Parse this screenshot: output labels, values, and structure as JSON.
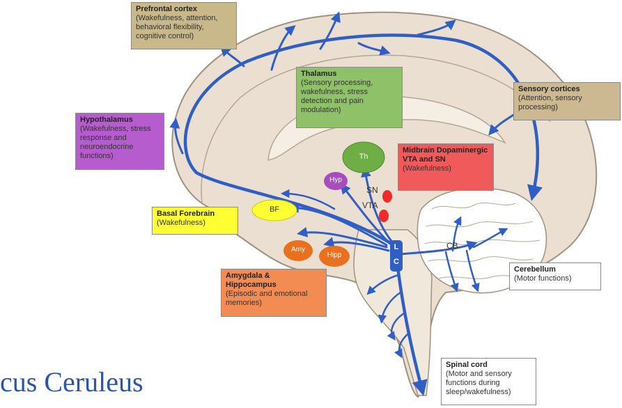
{
  "colors": {
    "pathway": "#2f5fc4",
    "brain_fill": "#ebdfd1",
    "brain_stroke": "#a0917f",
    "prefrontal": "#c9b98a",
    "thalamus": "#8fc268",
    "hypothalamus": "#b65ccf",
    "midbrain": "#f05a5a",
    "sensory": "#cdb991",
    "basal_forebrain": "#ffff33",
    "amygdala": "#f28c52",
    "cerebellum": "#ffffff",
    "spinal_cord": "#ffffff",
    "caption": "#2a55a8"
  },
  "labels": {
    "prefrontal": {
      "title": "Prefrontal cortex",
      "desc": "(Wakefulness, attention, behavioral flexibility, cognitive control)"
    },
    "thalamus": {
      "title": "Thalamus",
      "desc": "(Sensory processing, wakefulness, stress detection and pain modulation)"
    },
    "hypothalamus": {
      "title": "Hypothalamus",
      "desc": "(Wakefulness, stress response and neuroendocrine functions)"
    },
    "midbrain": {
      "title": "Midbrain Dopaminergic VTA and SN",
      "desc": "(Wakefulness)"
    },
    "sensory": {
      "title": "Sensory cortices",
      "desc": "(Attention, sensory processing)"
    },
    "basal_forebrain": {
      "title": "Basal Forebrain",
      "desc": "(Wakefulness)"
    },
    "amygdala": {
      "title": "Amygdala & Hippocampus",
      "desc": "(Episodic and emotional memories)"
    },
    "cerebellum": {
      "title": "Cerebellum",
      "desc": "(Motor functions)"
    },
    "spinal_cord": {
      "title": "Spinal cord",
      "desc": "(Motor and sensory functions during sleep/wakefulness)"
    }
  },
  "nodes": {
    "th": "Th",
    "hyp": "Hyp",
    "bf": "BF",
    "amy": "Amy",
    "hipp": "Hipp",
    "sn": "SN",
    "vta": "VTA",
    "lc_l": "L",
    "lc_c": "C",
    "cb": "CB"
  },
  "caption": "cus Ceruleus"
}
